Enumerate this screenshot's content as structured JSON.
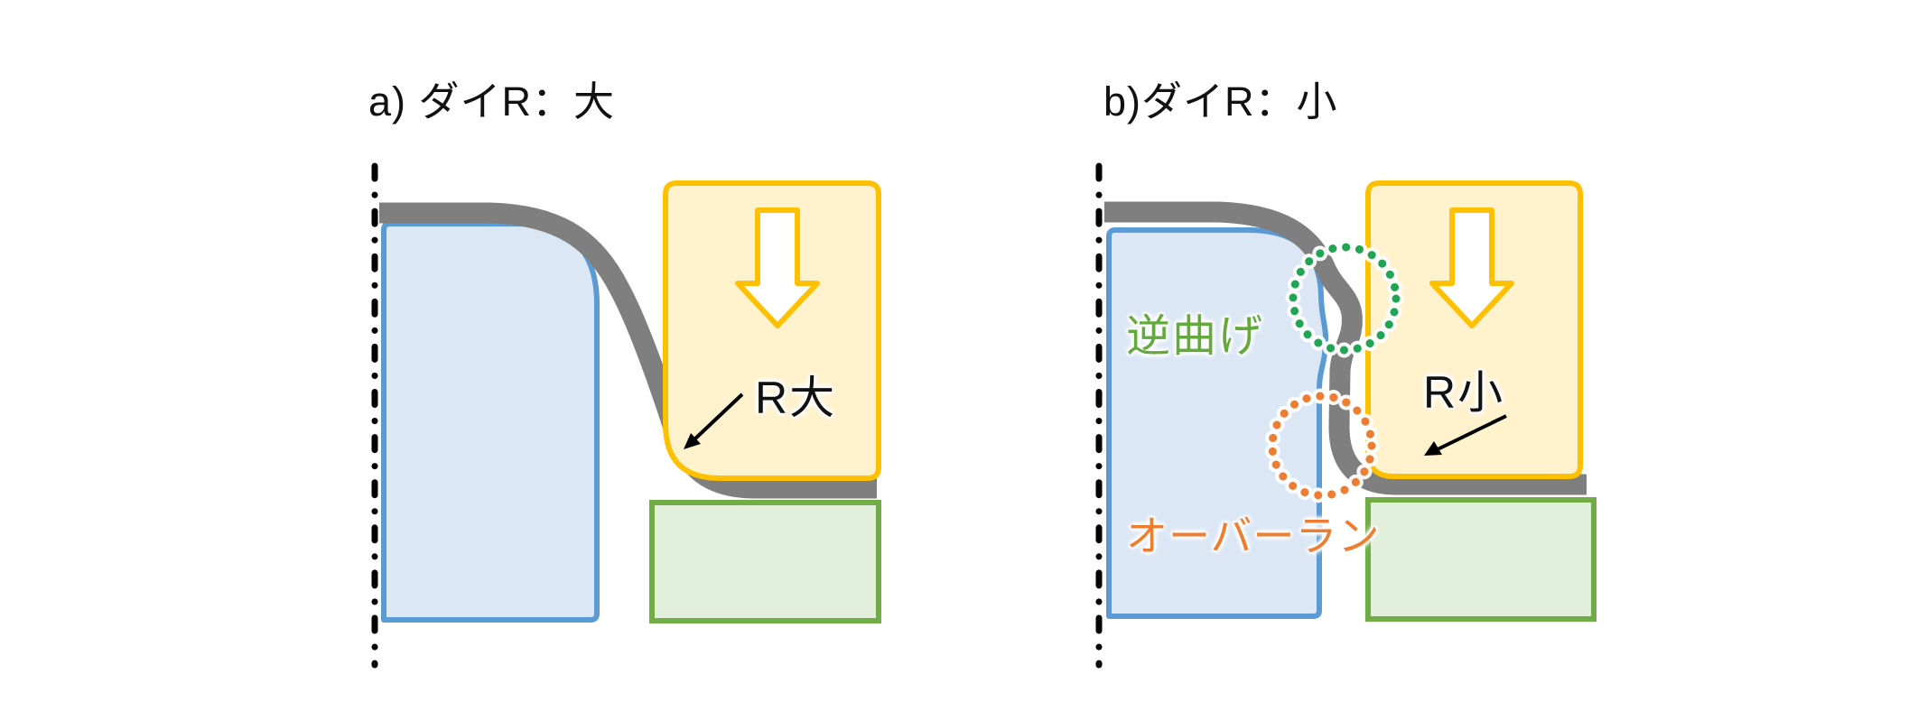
{
  "figure": {
    "panels": [
      {
        "key": "a",
        "title": "a) ダイR：大",
        "radius_label": "R大"
      },
      {
        "key": "b",
        "title": "b)ダイR：小",
        "radius_label": "R小",
        "reverse_bend_label": "逆曲げ",
        "overrun_label": "オーバーラン"
      }
    ],
    "colors": {
      "punch_fill": "#dbe7f5",
      "punch_stroke": "#5b9bd5",
      "pad_fill": "#fff2cc",
      "pad_stroke": "#ffc000",
      "die_fill": "#e2efda",
      "die_stroke": "#70ad47",
      "sheet_gray": "#7f7f7f",
      "reverse_bend_dots": "#22a455",
      "reverse_bend_text": "#64a93e",
      "overrun_orange": "#ed7d31",
      "centerline_black": "#000000",
      "arrow_black": "#000000",
      "block_arrow_fill": "#ffffff"
    }
  }
}
